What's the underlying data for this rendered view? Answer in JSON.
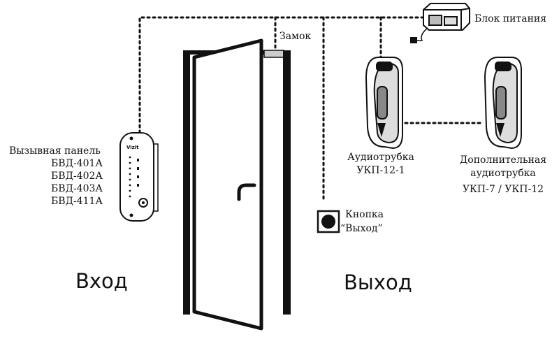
{
  "labels": {
    "power_supply": "Блок питания",
    "lock": "Замок",
    "call_panel": {
      "title": "Вызывная панель",
      "models": [
        "БВД-401А",
        "БВД-402А",
        "БВД-403А",
        "БВД-411А"
      ]
    },
    "handset": {
      "title": "Аудиотрубка",
      "model": "УКП-12-1"
    },
    "extra_handset": {
      "line1": "Дополнительная",
      "line2": "аудиотрубка",
      "model": "УКП-7 / УКП-12"
    },
    "exit_button": {
      "line1": "Кнопка",
      "line2": "“Выход”"
    },
    "entrance": "Вход",
    "exit": "Выход",
    "panel_logo": "Vizit"
  }
}
